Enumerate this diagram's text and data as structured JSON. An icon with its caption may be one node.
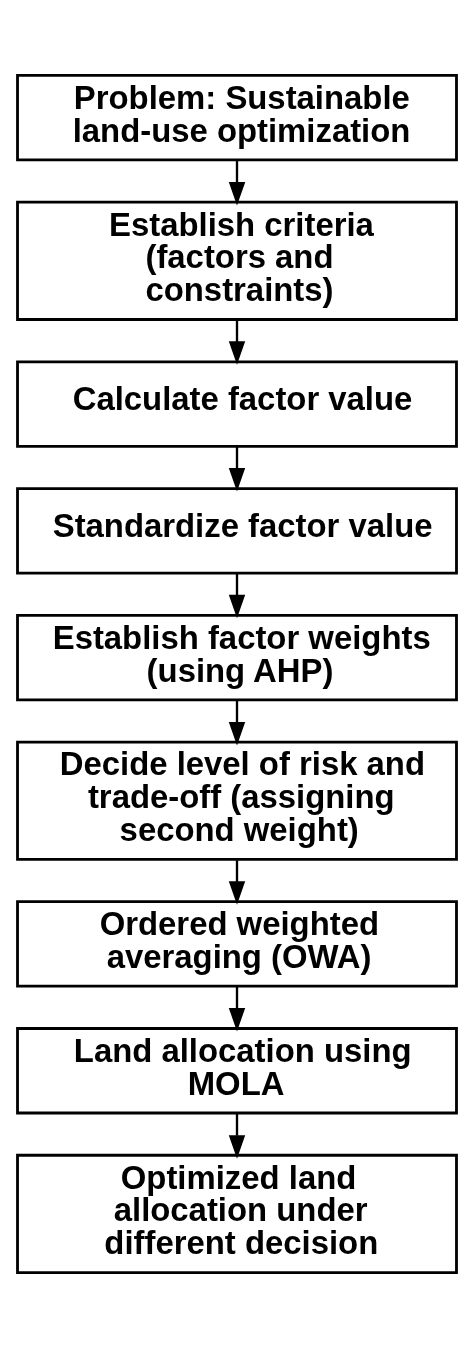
{
  "diagram": {
    "nodes": [
      {
        "text": [
          "Problem: Sustainable land-use optimization"
        ]
      },
      {
        "text": [
          "Establish criteria (factors and constraints)"
        ]
      },
      {
        "text": [
          "Calculate factor value"
        ]
      },
      {
        "text": [
          "Standardize factor value"
        ]
      },
      {
        "text": [
          "Establish factor weights (using AHP)"
        ]
      },
      {
        "text": [
          "Decide level of risk and trade-off (assigning second weight)"
        ]
      },
      {
        "text": [
          "Ordered weighted averaging (OWA)"
        ]
      },
      {
        "text": [
          "Land allocation using MOLA"
        ]
      },
      {
        "text": [
          "Optimized land allocation under different decision"
        ]
      }
    ],
    "edges": [
      {
        "from": 0,
        "to": 1,
        "arrow": "to"
      },
      {
        "from": 1,
        "to": 2,
        "arrow": "to"
      },
      {
        "from": 2,
        "to": 3,
        "arrow": "to"
      },
      {
        "from": 3,
        "to": 4,
        "arrow": "to"
      },
      {
        "from": 4,
        "to": 5,
        "arrow": "to"
      },
      {
        "from": 5,
        "to": 6,
        "arrow": "to"
      },
      {
        "from": 6,
        "to": 7,
        "arrow": "to"
      },
      {
        "from": 7,
        "to": 8,
        "arrow": "to"
      }
    ]
  }
}
